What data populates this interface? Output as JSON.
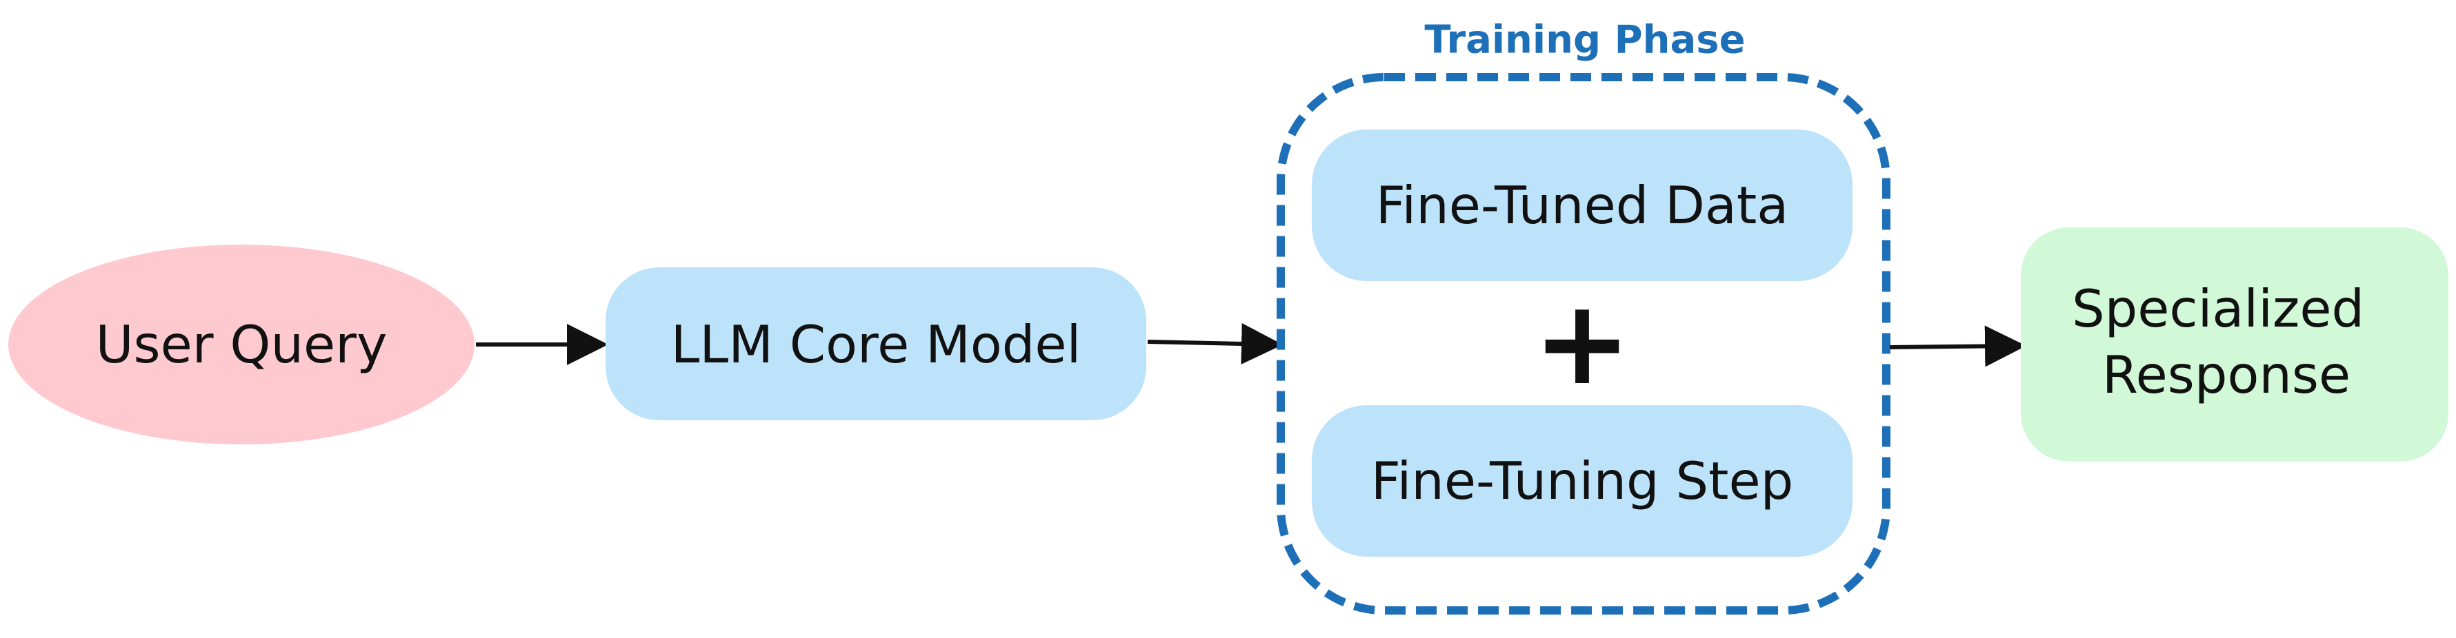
{
  "nodes": {
    "user_query": "User Query",
    "llm_core_model": "LLM Core Model",
    "fine_tuned_data": "Fine-Tuned Data",
    "fine_tuning_step": "Fine-Tuning Step",
    "specialized_response_line1": "Specialized",
    "specialized_response_line2": "Response"
  },
  "group": {
    "title": "Training Phase",
    "combine_symbol": "+"
  },
  "colors": {
    "user_query_fill": "#ffc9d0",
    "llm_fill": "#bde3fb",
    "training_item_fill": "#bde3fb",
    "response_fill": "#d1f9d8",
    "group_border": "#1d6fb8",
    "group_title": "#1d6fb8",
    "arrow": "#111111",
    "text": "#111111"
  }
}
